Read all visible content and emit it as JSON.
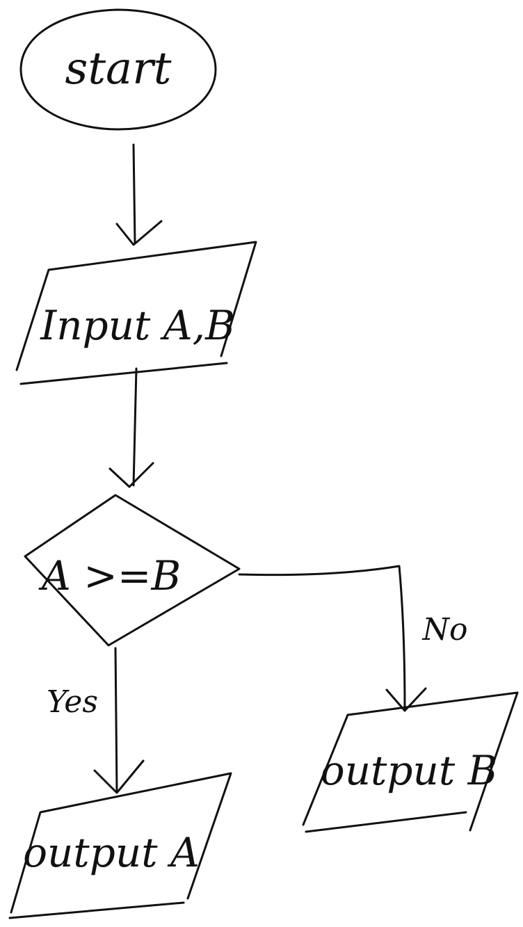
{
  "diagram": {
    "type": "flowchart",
    "ink_color": "#111111",
    "background": "#ffffff",
    "nodes": {
      "start": "start",
      "input": "Input A,B",
      "decision": "A >=B",
      "output_a": "output A",
      "output_b": "output B"
    },
    "edge_labels": {
      "yes": "Yes",
      "no": "No"
    }
  }
}
